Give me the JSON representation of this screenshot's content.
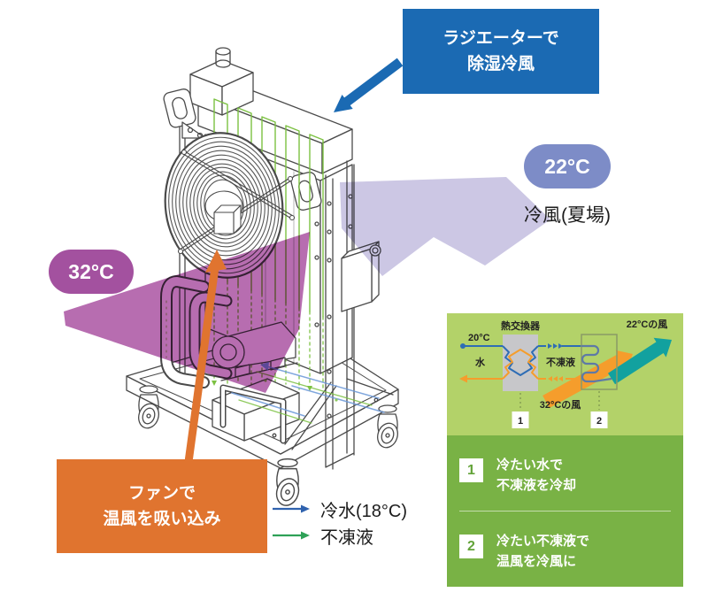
{
  "callout_radiator": {
    "text": "ラジエーターで\n除湿冷風"
  },
  "badge_cool": {
    "text": "22°C"
  },
  "label_cool_air": {
    "text": "冷風(夏場)"
  },
  "badge_warm": {
    "text": "32°C"
  },
  "callout_fan": {
    "text": "ファンで\n温風を吸い込み"
  },
  "legend": {
    "items": [
      {
        "name": "cold-water",
        "label": "冷水(18°C)",
        "color": "#2f62ae"
      },
      {
        "name": "antifreeze",
        "label": "不凍液",
        "color": "#2ea157"
      }
    ]
  },
  "panel": {
    "diagram": {
      "heat_exchanger": "熱交換器",
      "water_temp": "20°C",
      "water": "水",
      "antifreeze": "不凍液",
      "wind_out": "22°Cの風",
      "wind_in": "32°Cの風"
    },
    "steps": [
      {
        "num": "1",
        "text": "冷たい水で\n不凍液を冷却"
      },
      {
        "num": "2",
        "text": "冷たい不凍液で\n温風を冷風に"
      }
    ]
  },
  "colors": {
    "callout_blue": "#1b6ab3",
    "badge_cool": "#7d8cc7",
    "badge_warm": "#a3519f",
    "warm_beam": "#a5489c",
    "cool_beam": "#a9a2d2",
    "orange": "#e0742f",
    "panel_light_green": "#b3d269",
    "panel_dark_green": "#79b245",
    "teal_arrow": "#12a19f",
    "diagram_orange": "#f59d2c",
    "diagram_blue": "#2e6db5",
    "loop_green": "#7cc142"
  }
}
